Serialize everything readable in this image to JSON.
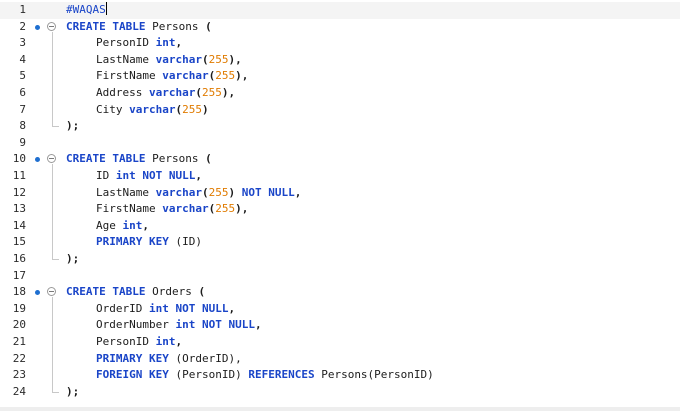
{
  "editor": {
    "current_line": 1,
    "lines": [
      {
        "no": "1",
        "tokens": [
          {
            "t": "#WAQAS",
            "c": "cmt"
          }
        ]
      },
      {
        "no": "2",
        "fold": true,
        "tokens": [
          {
            "t": "CREATE TABLE",
            "c": "kw"
          },
          {
            "t": " Persons ",
            "c": "id"
          },
          {
            "t": "(",
            "c": "punc"
          }
        ]
      },
      {
        "no": "3",
        "indent": 1,
        "tokens": [
          {
            "t": "PersonID ",
            "c": "id"
          },
          {
            "t": "int",
            "c": "kw"
          },
          {
            "t": ",",
            "c": "punc"
          }
        ]
      },
      {
        "no": "4",
        "indent": 1,
        "tokens": [
          {
            "t": "LastName ",
            "c": "id"
          },
          {
            "t": "varchar",
            "c": "kw"
          },
          {
            "t": "(",
            "c": "punc"
          },
          {
            "t": "255",
            "c": "num"
          },
          {
            "t": "),",
            "c": "punc"
          }
        ]
      },
      {
        "no": "5",
        "indent": 1,
        "tokens": [
          {
            "t": "FirstName ",
            "c": "id"
          },
          {
            "t": "varchar",
            "c": "kw"
          },
          {
            "t": "(",
            "c": "punc"
          },
          {
            "t": "255",
            "c": "num"
          },
          {
            "t": "),",
            "c": "punc"
          }
        ]
      },
      {
        "no": "6",
        "indent": 1,
        "tokens": [
          {
            "t": "Address ",
            "c": "id"
          },
          {
            "t": "varchar",
            "c": "kw"
          },
          {
            "t": "(",
            "c": "punc"
          },
          {
            "t": "255",
            "c": "num"
          },
          {
            "t": "),",
            "c": "punc"
          }
        ]
      },
      {
        "no": "7",
        "indent": 1,
        "tokens": [
          {
            "t": "City ",
            "c": "id"
          },
          {
            "t": "varchar",
            "c": "kw"
          },
          {
            "t": "(",
            "c": "punc"
          },
          {
            "t": "255",
            "c": "num"
          },
          {
            "t": ")",
            "c": "punc"
          }
        ]
      },
      {
        "no": "8",
        "tokens": [
          {
            "t": ");",
            "c": "punc"
          }
        ]
      },
      {
        "no": "9",
        "tokens": []
      },
      {
        "no": "10",
        "fold": true,
        "tokens": [
          {
            "t": "CREATE TABLE",
            "c": "kw"
          },
          {
            "t": " Persons ",
            "c": "id"
          },
          {
            "t": "(",
            "c": "punc"
          }
        ]
      },
      {
        "no": "11",
        "indent": 1,
        "tokens": [
          {
            "t": "ID ",
            "c": "id"
          },
          {
            "t": "int NOT NULL",
            "c": "kw"
          },
          {
            "t": ",",
            "c": "punc"
          }
        ]
      },
      {
        "no": "12",
        "indent": 1,
        "tokens": [
          {
            "t": "LastName ",
            "c": "id"
          },
          {
            "t": "varchar",
            "c": "kw"
          },
          {
            "t": "(",
            "c": "punc"
          },
          {
            "t": "255",
            "c": "num"
          },
          {
            "t": ") ",
            "c": "punc"
          },
          {
            "t": "NOT NULL",
            "c": "kw"
          },
          {
            "t": ",",
            "c": "punc"
          }
        ]
      },
      {
        "no": "13",
        "indent": 1,
        "tokens": [
          {
            "t": "FirstName ",
            "c": "id"
          },
          {
            "t": "varchar",
            "c": "kw"
          },
          {
            "t": "(",
            "c": "punc"
          },
          {
            "t": "255",
            "c": "num"
          },
          {
            "t": "),",
            "c": "punc"
          }
        ]
      },
      {
        "no": "14",
        "indent": 1,
        "tokens": [
          {
            "t": "Age ",
            "c": "id"
          },
          {
            "t": "int",
            "c": "kw"
          },
          {
            "t": ",",
            "c": "punc"
          }
        ]
      },
      {
        "no": "15",
        "indent": 1,
        "tokens": [
          {
            "t": "PRIMARY KEY",
            "c": "kw"
          },
          {
            "t": " (ID)",
            "c": "id"
          }
        ]
      },
      {
        "no": "16",
        "tokens": [
          {
            "t": ");",
            "c": "punc"
          }
        ]
      },
      {
        "no": "17",
        "tokens": []
      },
      {
        "no": "18",
        "fold": true,
        "tokens": [
          {
            "t": "CREATE TABLE",
            "c": "kw"
          },
          {
            "t": " Orders ",
            "c": "id"
          },
          {
            "t": "(",
            "c": "punc"
          }
        ]
      },
      {
        "no": "19",
        "indent": 1,
        "tokens": [
          {
            "t": "OrderID ",
            "c": "id"
          },
          {
            "t": "int NOT NULL",
            "c": "kw"
          },
          {
            "t": ",",
            "c": "punc"
          }
        ]
      },
      {
        "no": "20",
        "indent": 1,
        "tokens": [
          {
            "t": "OrderNumber ",
            "c": "id"
          },
          {
            "t": "int NOT NULL",
            "c": "kw"
          },
          {
            "t": ",",
            "c": "punc"
          }
        ]
      },
      {
        "no": "21",
        "indent": 1,
        "tokens": [
          {
            "t": "PersonID ",
            "c": "id"
          },
          {
            "t": "int",
            "c": "kw"
          },
          {
            "t": ",",
            "c": "punc"
          }
        ]
      },
      {
        "no": "22",
        "indent": 1,
        "tokens": [
          {
            "t": "PRIMARY KEY",
            "c": "kw"
          },
          {
            "t": " (OrderID),",
            "c": "id"
          }
        ]
      },
      {
        "no": "23",
        "indent": 1,
        "tokens": [
          {
            "t": "FOREIGN KEY",
            "c": "kw"
          },
          {
            "t": " (PersonID) ",
            "c": "id"
          },
          {
            "t": "REFERENCES",
            "c": "kw"
          },
          {
            "t": " Persons(PersonID)",
            "c": "id"
          }
        ]
      },
      {
        "no": "24",
        "tokens": [
          {
            "t": ");",
            "c": "punc"
          }
        ]
      }
    ],
    "colors": {
      "keyword": "#1a45c8",
      "number": "#e07b00",
      "identifier": "#1c1c1c",
      "breakpoint": "#1f6fd0"
    }
  }
}
